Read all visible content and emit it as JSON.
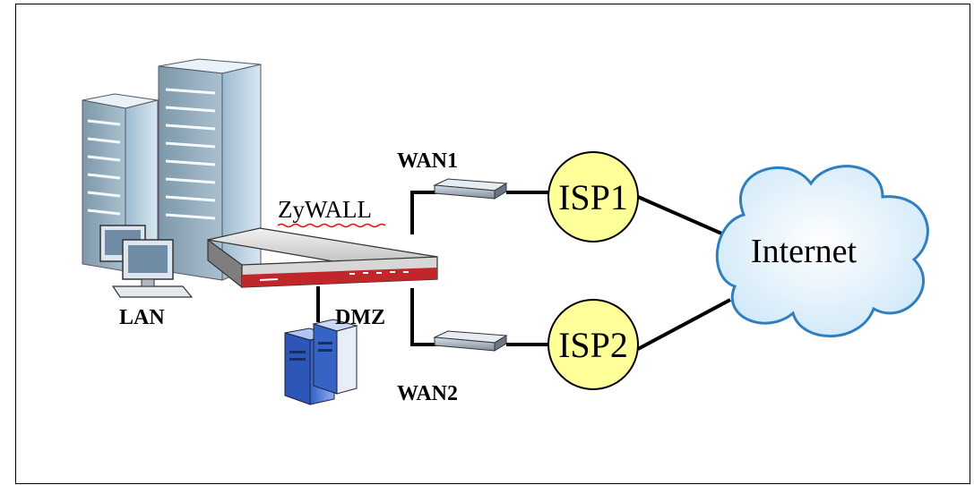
{
  "labels": {
    "wan1": "WAN1",
    "wan2": "WAN2",
    "device": "ZyWALL",
    "lan": "LAN",
    "dmz": "DMZ",
    "isp1": "ISP1",
    "isp2": "ISP2",
    "internet": "Internet"
  },
  "colors": {
    "isp_fill": "#FFFF99",
    "cloud_fill": "#EAF6FF",
    "cloud_stroke": "#2F7FC0",
    "firewall_accent": "#C0262A",
    "server_body": "#BFD6E8",
    "dmz_server": "#3C6FD8"
  }
}
